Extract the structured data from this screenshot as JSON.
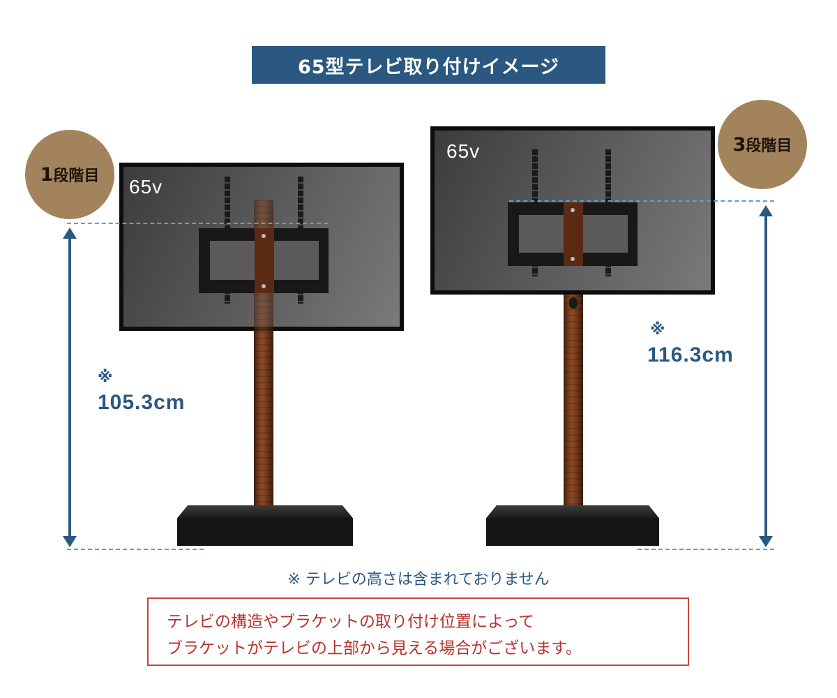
{
  "title": "65型テレビ取り付けイメージ",
  "left": {
    "badge_number": "1",
    "badge_label": "段階目",
    "tv_size": "65v",
    "measure_mark": "※",
    "measure_value": "105.3cm"
  },
  "right": {
    "badge_number": "3",
    "badge_label": "段階目",
    "tv_size": "65v",
    "measure_mark": "※",
    "measure_value": "116.3cm"
  },
  "footnote": "※ テレビの高さは含まれておりません",
  "notice": {
    "line1": "テレビの構造やブラケットの取り付け位置によって",
    "line2": "ブラケットがテレビの上部から見える場合がございます。"
  },
  "colors": {
    "accent": "#2a5880",
    "badge": "#a3835c",
    "notice": "#c8453c",
    "guide": "#5a9fd4"
  }
}
